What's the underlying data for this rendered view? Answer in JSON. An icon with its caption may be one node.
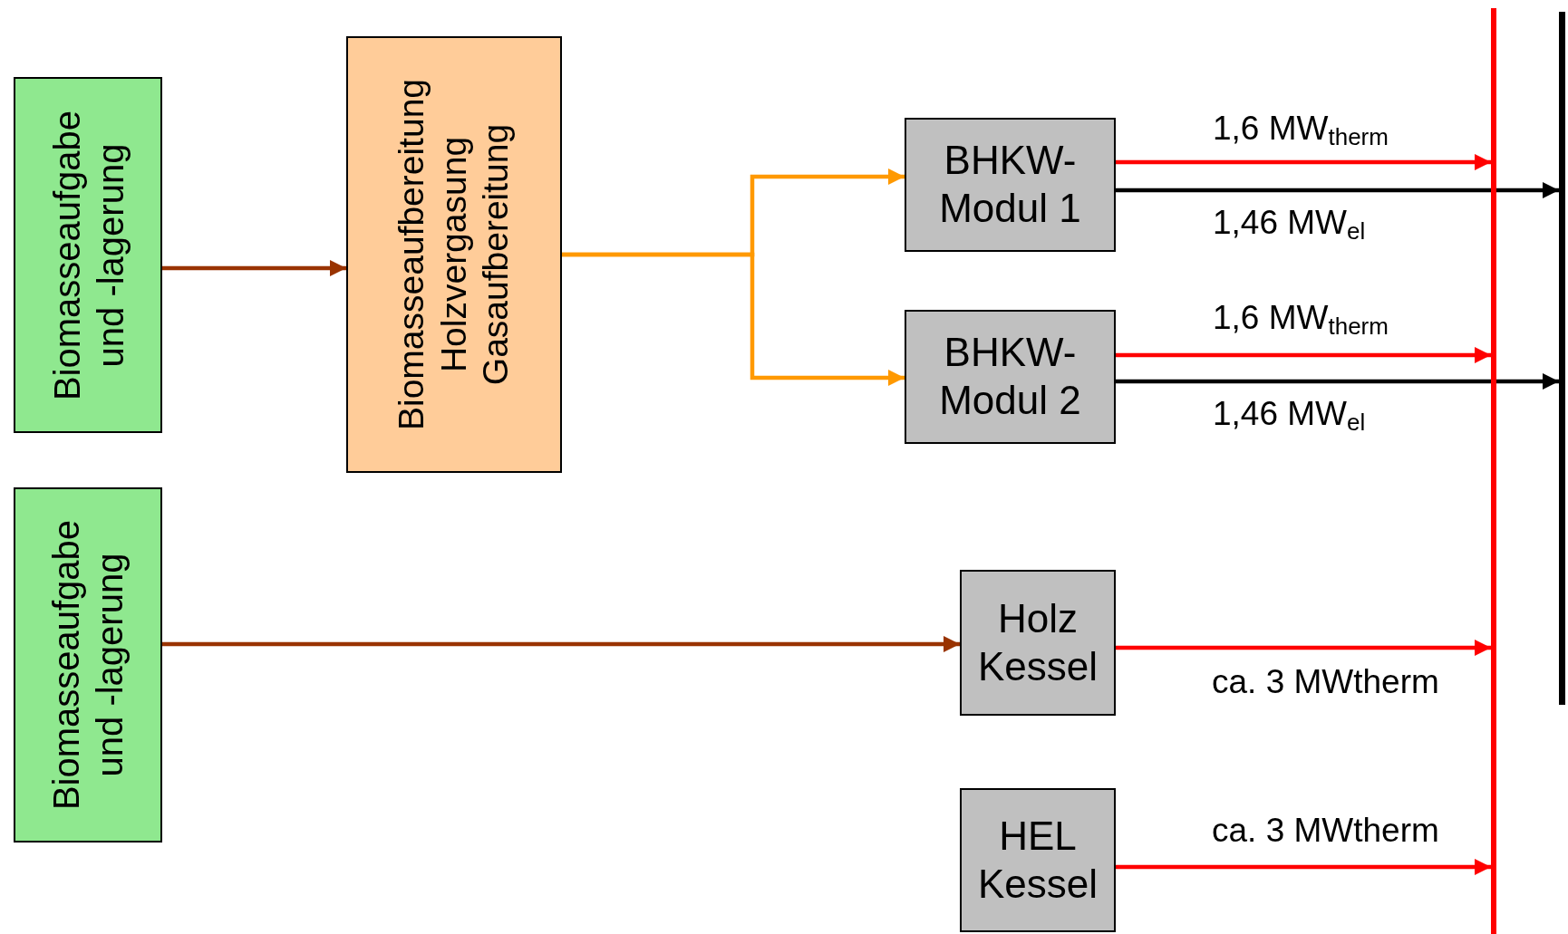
{
  "diagram": {
    "nodes": [
      {
        "text": [
          "Biomasseaufgabe und -lagerung"
        ]
      },
      {
        "text": [
          "Biomasseaufbereitung",
          "Holzvergasung",
          "Gasaufbereitung"
        ]
      },
      {
        "text": [
          "BHKW- Modul 1"
        ]
      },
      {
        "text": [
          "BHKW- Modul 2"
        ]
      },
      {
        "text": [
          "Biomasseaufgabe und -lagerung"
        ]
      },
      {
        "text": [
          "Holz Kessel"
        ]
      },
      {
        "text": [
          "HEL Kessel"
        ]
      },
      {
        "text": [],
        "shape": "bar"
      },
      {
        "text": [],
        "shape": "bar"
      }
    ],
    "edges": [
      {
        "from": 0,
        "to": 1,
        "arrow": "to",
        "color": "#993300"
      },
      {
        "from": 1,
        "to": 2,
        "arrow": "to",
        "color": "#ff9900"
      },
      {
        "from": 1,
        "to": 3,
        "arrow": "to",
        "color": "#ff9900"
      },
      {
        "from": 2,
        "to": 7,
        "arrow": "to",
        "label": "1,6 MW$_{therm}$"
      },
      {
        "from": 2,
        "to": 8,
        "arrow": "to",
        "label": "1,46 MW$_{el}$",
        "color": "#000000"
      },
      {
        "from": 3,
        "to": 7,
        "arrow": "to",
        "label": "1,6 MW$_{therm}$"
      },
      {
        "from": 3,
        "to": 8,
        "arrow": "to",
        "label": "1,46 MW$_{el}$",
        "color": "#000000"
      },
      {
        "from": 4,
        "to": 5,
        "arrow": "to",
        "color": "#993300"
      },
      {
        "from": 5,
        "to": 7,
        "arrow": "to",
        "label": "ca. 3 MWtherm"
      },
      {
        "from": 6,
        "to": 7,
        "arrow": "to",
        "label": "ca. 3 MWtherm"
      }
    ]
  }
}
